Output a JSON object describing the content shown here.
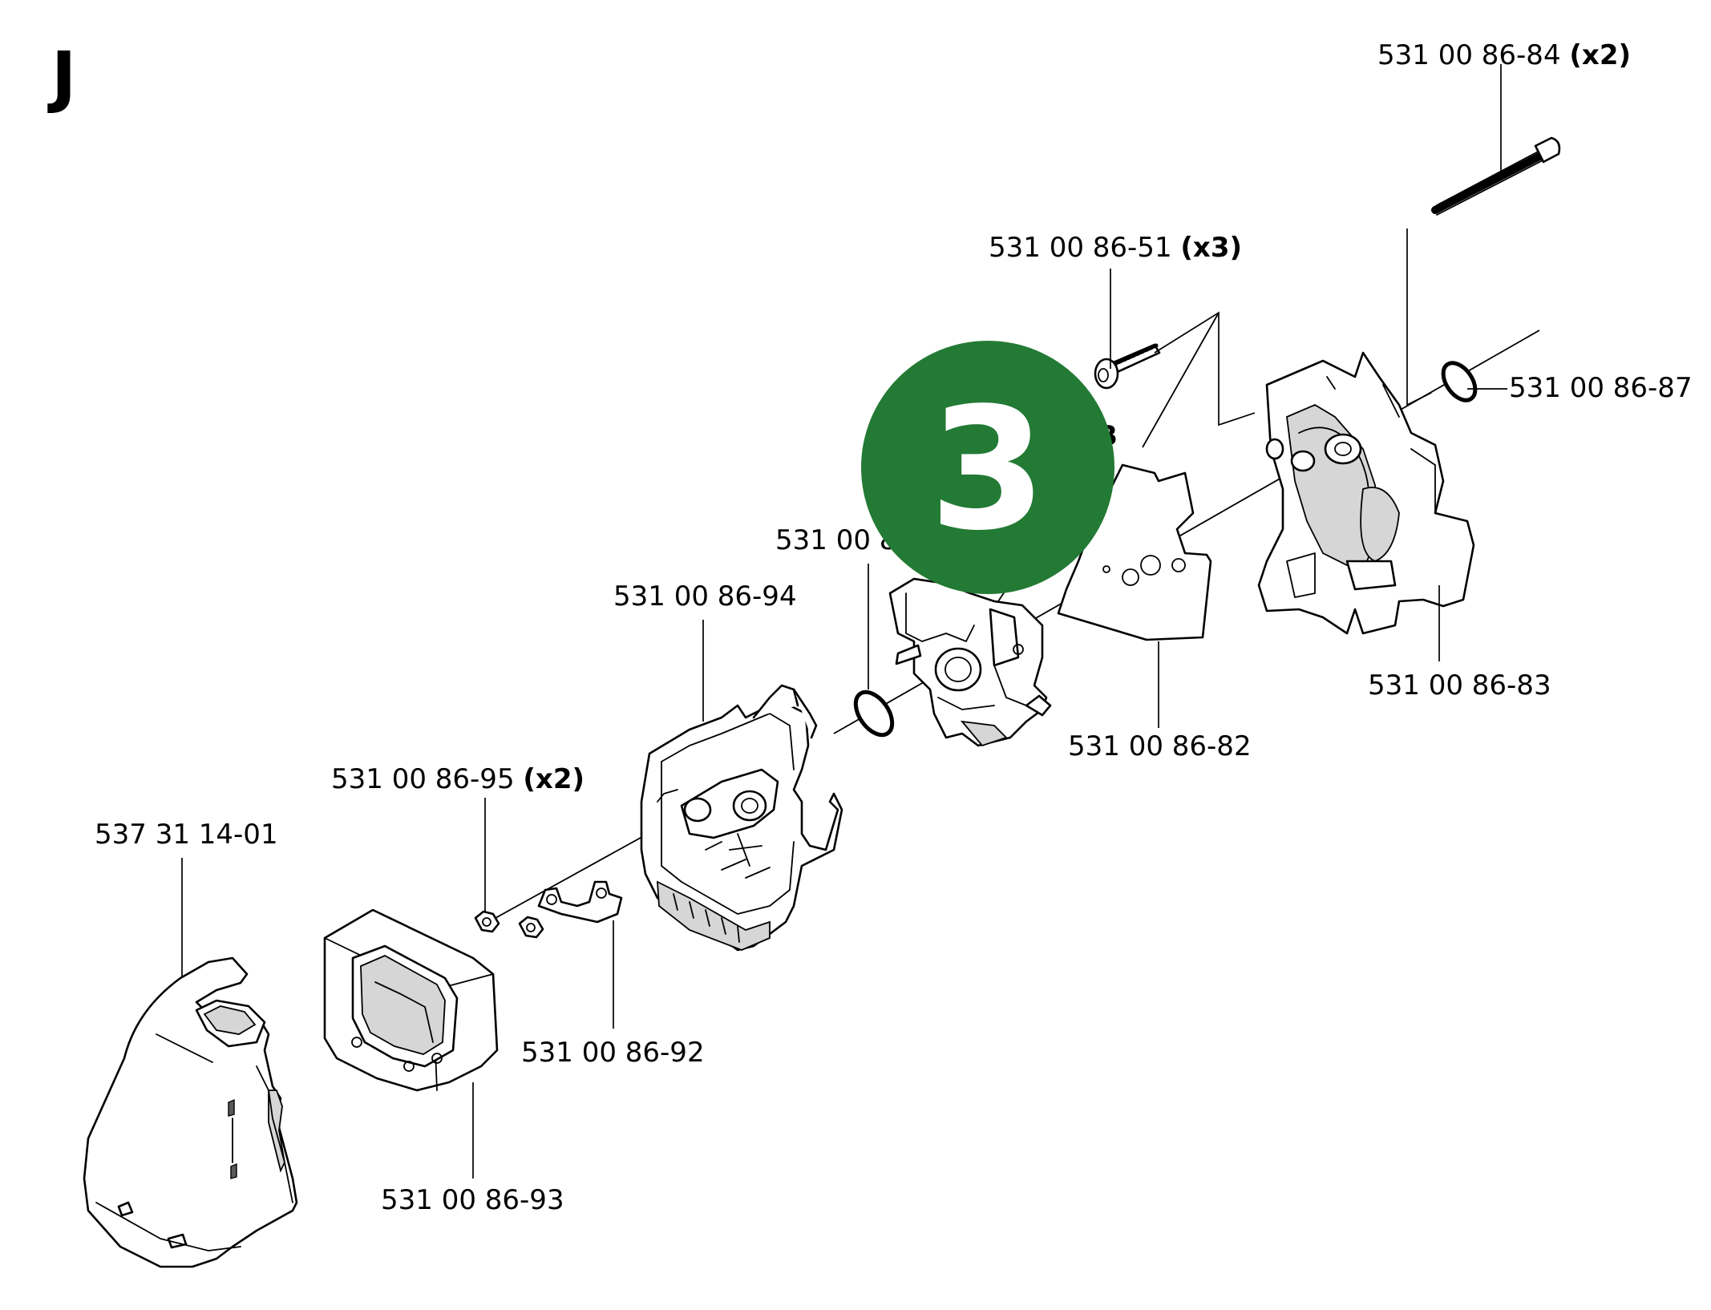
{
  "section_letter": "J",
  "badge": {
    "label": "3",
    "color": "#237a34"
  },
  "callouts": {
    "screw_long": {
      "number": "531 00 86-84",
      "qty": "(x2)"
    },
    "screw_short": {
      "number": "531 00 86-51",
      "qty": "(x3)"
    },
    "oring_rear": {
      "number": "531 00 86-87"
    },
    "partial_label_fragment": "B",
    "oring_front_partial": {
      "number": "531 00 8"
    },
    "filter_housing": {
      "number": "531 00 86-94"
    },
    "manifold": {
      "number": "531 00 86-83"
    },
    "gasket_plate": {
      "number": "531 00 86-82"
    },
    "nut": {
      "number": "531 00 86-95",
      "qty": "(x2)"
    },
    "cover": {
      "number": "537 31 14-01"
    },
    "bracket": {
      "number": "531 00 86-92"
    },
    "filter_element": {
      "number": "531 00 86-93"
    }
  }
}
